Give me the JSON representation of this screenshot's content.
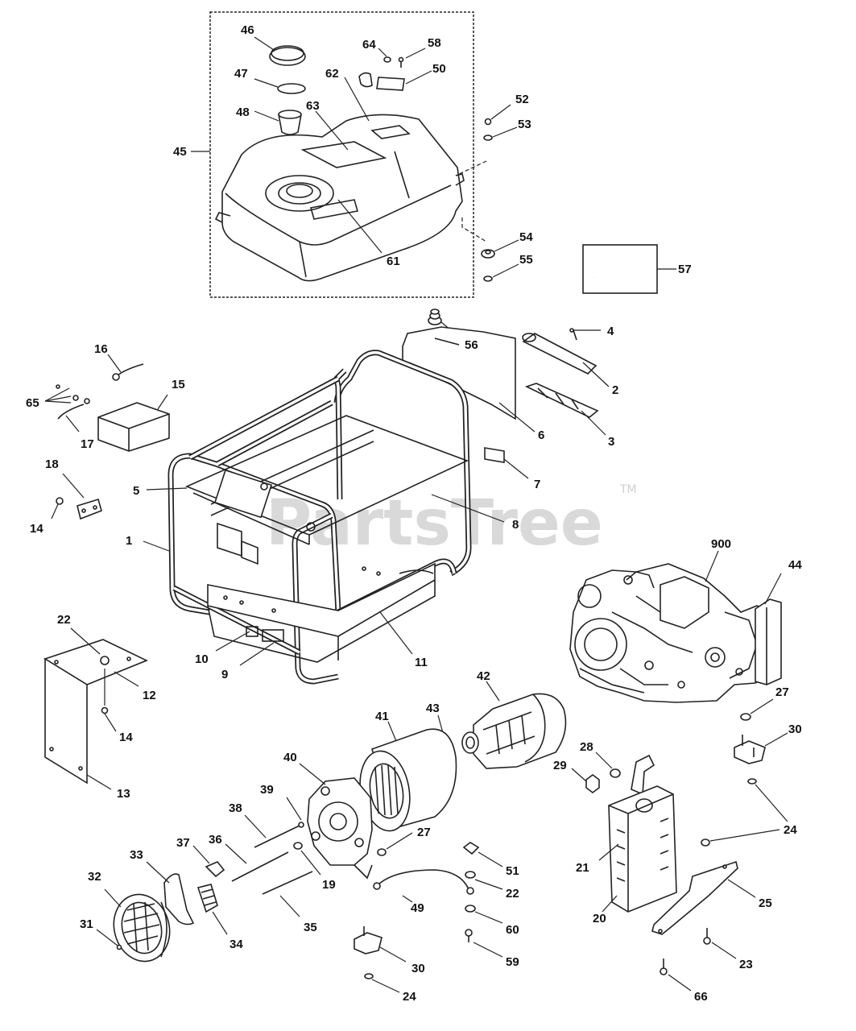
{
  "watermark": {
    "text": "PartsTree",
    "trademark": "TM"
  },
  "callouts": [
    "46",
    "64",
    "58",
    "47",
    "50",
    "62",
    "48",
    "63",
    "45",
    "52",
    "53",
    "61",
    "54",
    "55",
    "57",
    "56",
    "4",
    "16",
    "15",
    "2",
    "65",
    "17",
    "6",
    "3",
    "18",
    "7",
    "5",
    "14",
    "8",
    "1",
    "900",
    "44",
    "22",
    "10",
    "11",
    "9",
    "12",
    "14",
    "27",
    "42",
    "41",
    "43",
    "30",
    "13",
    "40",
    "28",
    "29",
    "39",
    "24",
    "38",
    "37",
    "36",
    "27",
    "51",
    "21",
    "33",
    "19",
    "22",
    "32",
    "34",
    "35",
    "49",
    "25",
    "60",
    "20",
    "31",
    "30",
    "59",
    "23",
    "24",
    "66"
  ]
}
